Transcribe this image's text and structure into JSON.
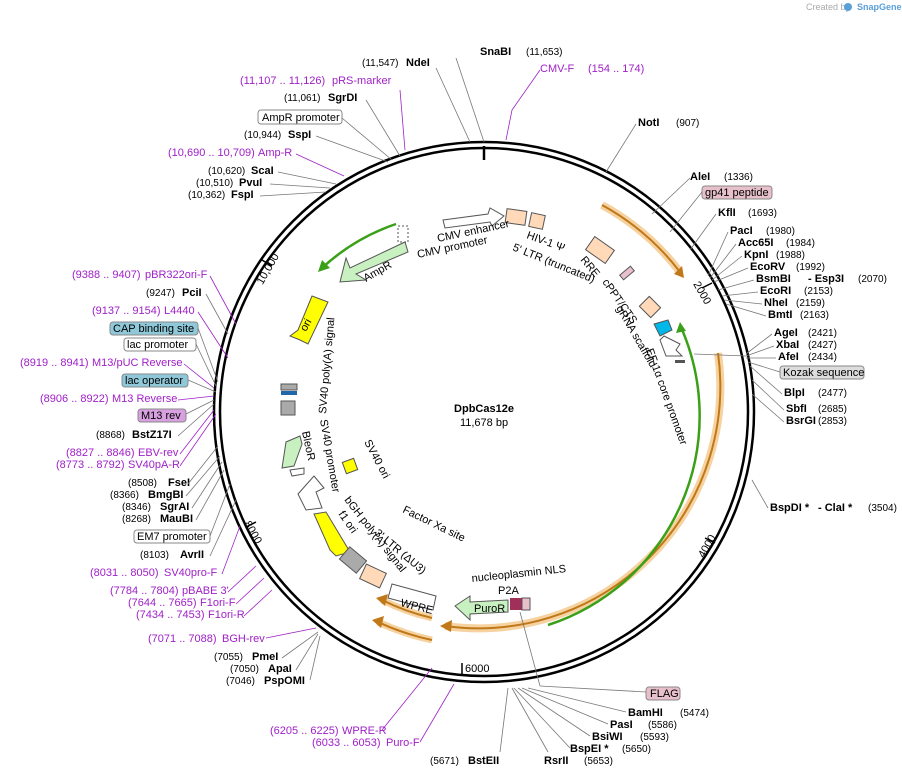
{
  "app": {
    "credit": "Created by",
    "brand": "SnapGene"
  },
  "plasmid": {
    "name": "DpbCas12e",
    "size": "11,678 bp"
  },
  "backbone_ticks": [
    "2000",
    "4000",
    "6000",
    "8000",
    "10,000"
  ],
  "enzymes_right": [
    {
      "name": "NotI",
      "pos": "(907)"
    },
    {
      "name": "AleI",
      "pos": "(1336)"
    },
    {
      "name": "KflI",
      "pos": "(1693)"
    },
    {
      "name": "PacI",
      "pos": "(1980)"
    },
    {
      "name": "Acc65I",
      "pos": "(1984)"
    },
    {
      "name": "KpnI",
      "pos": "(1988)"
    },
    {
      "name": "EcoRV",
      "pos": "(1992)"
    },
    {
      "name": "BsmBI",
      "name2": "- Esp3I",
      "pos": "(2070)"
    },
    {
      "name": "EcoRI",
      "pos": "(2153)"
    },
    {
      "name": "NheI",
      "pos": "(2159)"
    },
    {
      "name": "BmtI",
      "pos": "(2163)"
    },
    {
      "name": "AgeI",
      "pos": "(2421)"
    },
    {
      "name": "XbaI",
      "pos": "(2427)"
    },
    {
      "name": "AfeI",
      "pos": "(2434)"
    },
    {
      "name": "BlpI",
      "pos": "(2477)"
    },
    {
      "name": "SbfI",
      "pos": "(2685)"
    },
    {
      "name": "BsrGI",
      "pos": "(2853)"
    },
    {
      "name": "BspDI *",
      "name2": "- ClaI *",
      "pos": "(3504)"
    }
  ],
  "enzymes_bottom": [
    {
      "name": "BamHI",
      "pos": "(5474)"
    },
    {
      "name": "PasI",
      "pos": "(5586)"
    },
    {
      "name": "BsiWI",
      "pos": "(5593)"
    },
    {
      "name": "BspEI *",
      "pos": "(5650)"
    },
    {
      "name": "RsrII",
      "pos": "(5653)"
    },
    {
      "name": "BstEII",
      "pos": "(5671)"
    }
  ],
  "enzymes_left": [
    {
      "name": "SnaBI",
      "pos": "(11,653)"
    },
    {
      "name": "NdeI",
      "pos": "(11,547)"
    },
    {
      "name": "SgrDI",
      "pos": "(11,061)"
    },
    {
      "name": "SspI",
      "pos": "(10,944)"
    },
    {
      "name": "ScaI",
      "pos": "(10,620)"
    },
    {
      "name": "PvuI",
      "pos": "(10,510)"
    },
    {
      "name": "FspI",
      "pos": "(10,362)"
    },
    {
      "name": "PciI",
      "pos": "(9247)"
    },
    {
      "name": "BstZ17I",
      "pos": "(8868)"
    },
    {
      "name": "FseI",
      "pos": "(8508)"
    },
    {
      "name": "BmgBI",
      "pos": "(8366)"
    },
    {
      "name": "SgrAI",
      "pos": "(8346)"
    },
    {
      "name": "MauBI",
      "pos": "(8268)"
    },
    {
      "name": "AvrII",
      "pos": "(8103)"
    },
    {
      "name": "PmeI",
      "pos": "(7055)"
    },
    {
      "name": "ApaI",
      "pos": "(7050)"
    },
    {
      "name": "PspOMI",
      "pos": "(7046)"
    }
  ],
  "primers": [
    {
      "name": "CMV-F",
      "range": "(154 .. 174)"
    },
    {
      "name": "pRS-marker",
      "range": "(11,107 .. 11,126)"
    },
    {
      "name": "Amp-R",
      "range": "(10,690 .. 10,709)"
    },
    {
      "name": "pBR322ori-F",
      "range": "(9388 .. 9407)"
    },
    {
      "name": "L4440",
      "range": "(9137 .. 9154)"
    },
    {
      "name": "M13/pUC Reverse",
      "range": "(8919 .. 8941)"
    },
    {
      "name": "M13 Reverse",
      "range": "(8906 .. 8922)"
    },
    {
      "name": "EBV-rev",
      "range": "(8827 .. 8846)"
    },
    {
      "name": "SV40pA-R",
      "range": "(8773 .. 8792)"
    },
    {
      "name": "SV40pro-F",
      "range": "(8031 .. 8050)"
    },
    {
      "name": "pBABE 3'",
      "range": "(7784 .. 7804)"
    },
    {
      "name": "F1ori-F",
      "range": "(7644 .. 7665)"
    },
    {
      "name": "F1ori-R",
      "range": "(7434 .. 7453)"
    },
    {
      "name": "BGH-rev",
      "range": "(7071 .. 7088)"
    },
    {
      "name": "WPRE-R",
      "range": "(6205 .. 6225)"
    },
    {
      "name": "Puro-F",
      "range": "(6033 .. 6053)"
    }
  ],
  "boxed_labels": {
    "ampr_promoter": "AmpR promoter",
    "gp41": "gp41 peptide",
    "kozak": "Kozak sequence",
    "cap": "CAP binding site",
    "lac_promoter": "lac promoter",
    "lac_operator": "lac operator",
    "m13rev": "M13 rev",
    "em7": "EM7 promoter",
    "flag": "FLAG"
  },
  "features": {
    "cmv_enhancer": "CMV enhancer",
    "cmv_promoter": "CMV promoter",
    "hiv_psi": "HIV-1 Ψ",
    "ltr5": "5' LTR (truncated)",
    "rre": "RRE",
    "cppt": "cPPT/CTS",
    "grna": "gRNA scaffold",
    "ef1a": "EF-1α core promoter",
    "ampr": "AmpR",
    "ori": "ori",
    "sv40pa": "SV40 poly(A) signal",
    "sv40prom": "SV40 promoter",
    "bleor": "BleoR",
    "sv40ori": "SV40 ori",
    "f1ori": "f1 ori",
    "bgh": "bGH poly(A) signal",
    "ltr3": "3' LTR (ΔU3)",
    "factorxa": "Factor Xa site",
    "nls": "nucleoplasmin NLS",
    "p2a": "P2A",
    "puror": "PuroR",
    "wpre": "WPRE"
  },
  "colors": {
    "backbone": "#000000",
    "primer": "#a020c8",
    "orf_orange": "#e8a040",
    "orf_green": "#3aa018",
    "promoter_white": "#ffffff",
    "pink_feature": "#ffd9b8",
    "ori_yellow": "#ffff00",
    "marker_green": "#c8f0c0",
    "boxed_blue": "#8fc8d8",
    "boxed_pink": "#e8c0cc"
  }
}
